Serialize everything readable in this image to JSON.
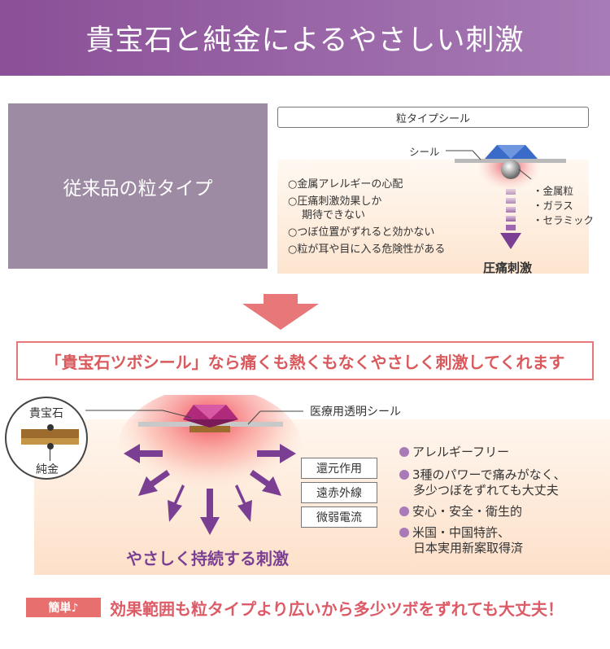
{
  "header": {
    "title": "貴宝石と純金によるやさしい刺激"
  },
  "old_product": {
    "label": "従来品の粒タイプ",
    "diagram_title": "粒タイプシール",
    "seal_label": "シール",
    "issues": [
      "○金属アレルギーの心配",
      "○圧痛刺激効果しか",
      "期待できない",
      "○つぼ位置がずれると効かない",
      "○粒が耳や目に入る危険性がある"
    ],
    "grain_types": [
      "・金属粒",
      "・ガラス",
      "・セラミック"
    ],
    "stimulus_label": "圧痛刺激"
  },
  "message": "「貴宝石ツボシール」なら痛くも熱くもなくやさしく刺激してくれます",
  "new_product": {
    "gem_label": "貴宝石",
    "gold_label": "純金",
    "seal_label": "医療用透明シール",
    "effects": [
      "還元作用",
      "遠赤外線",
      "微弱電流"
    ],
    "benefits": [
      "アレルギーフリー",
      "3種のパワーで痛みがなく、",
      "多少つぼをずれても大丈夫",
      "安心・安全・衛生的",
      "米国・中国特許、",
      "日本実用新案取得済"
    ],
    "stimulus_label": "やさしく持続する刺激"
  },
  "footer": {
    "badge": "簡単♪",
    "text": "効果範囲も粒タイプより広いから多少ツボをずれても大丈夫！"
  },
  "colors": {
    "purple": "#8a4f97",
    "coral": "#e8777a",
    "red_text": "#dc5b67",
    "arrow_purple": "#7a3f93"
  }
}
